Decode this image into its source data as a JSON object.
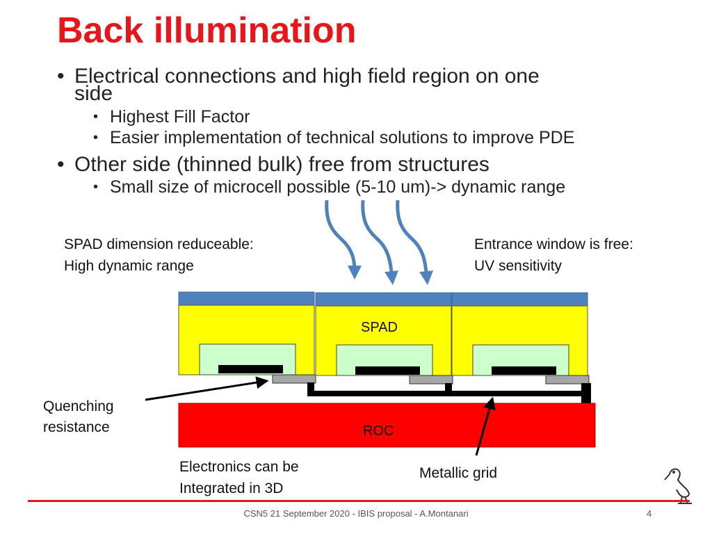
{
  "slide": {
    "title": "Back illumination",
    "bullets": {
      "b1_line1": "Electrical connections and high field region on one",
      "b1_line2": "side",
      "b1_sub1": "Highest Fill Factor",
      "b1_sub2": "Easier implementation of technical solutions to improve PDE",
      "b2": "Other side (thinned bulk) free from structures",
      "b2_sub1": "Small size of microcell possible (5-10 um)-> dynamic range"
    },
    "bullet_glyph": "•"
  },
  "diagram": {
    "label_spad_dim_1": "SPAD dimension reduceable:",
    "label_spad_dim_2": "High dynamic range",
    "label_entrance_1": "Entrance window is free:",
    "label_entrance_2": "UV sensitivity",
    "label_spad": "SPAD",
    "label_quenching_1": "Quenching",
    "label_quenching_2": "resistance",
    "label_roc": "ROC",
    "label_electronics_1": "Electronics can be",
    "label_electronics_2": "Integrated in 3D",
    "label_metallic": "Metallic grid",
    "colors": {
      "window": "#4f81bd",
      "spad": "#ffff00",
      "well": "#ccffcc",
      "roc": "#ff0000",
      "quench": "#a6a6a6",
      "arrow": "#4f81bd",
      "title": "#e8161b"
    }
  },
  "footer": {
    "text": "CSN5 21 September 2020 - IBIS proposal - A.Montanari",
    "page": "4"
  },
  "logo": {
    "icon": "ibis-bird-icon"
  }
}
